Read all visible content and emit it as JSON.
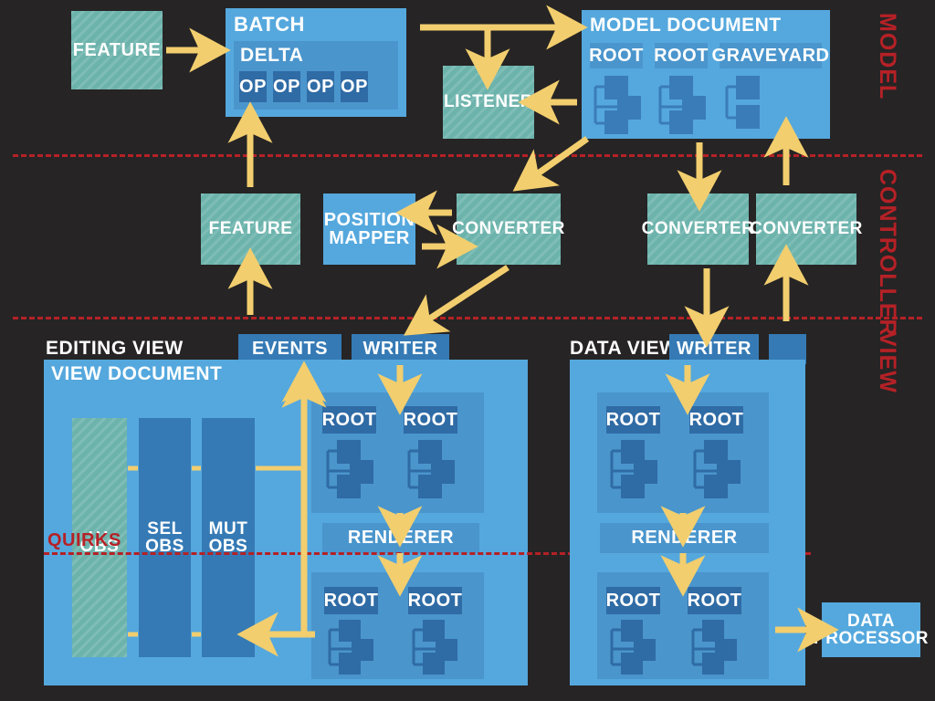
{
  "diagram": {
    "background": "#262425",
    "accent_arrow": "#f2ce6e",
    "accent_red": "#b52126",
    "teal": "#6cb3ac",
    "blue": "#55a8dd",
    "blue_dark": "#357ab5",
    "blue_deep": "#2f6ba5"
  },
  "layers": [
    {
      "label": "MODEL"
    },
    {
      "label": "CONTROLLER"
    },
    {
      "label": "VIEW"
    }
  ],
  "model": {
    "feature": "FEATURE",
    "batch": {
      "title": "BATCH",
      "delta": "DELTA",
      "ops": [
        "OP",
        "OP",
        "OP",
        "OP"
      ]
    },
    "listener": "LISTENER",
    "model_document": {
      "title": "MODEL DOCUMENT",
      "roots": [
        "ROOT",
        "ROOT",
        "GRAVEYARD"
      ]
    }
  },
  "controller": {
    "feature": "FEATURE",
    "position_mapper": "POSITION MAPPER",
    "converters": [
      "CONVERTER",
      "CONVERTER",
      "CONVERTER"
    ]
  },
  "view": {
    "editing_view": {
      "caption": "EDITING VIEW",
      "tabs": [
        "EVENTS",
        "WRITER"
      ],
      "document_title": "VIEW DOCUMENT",
      "observers": [
        "... OBS",
        "SEL OBS",
        "MUT OBS"
      ],
      "observer_lines": [
        [
          "...",
          "OBS"
        ],
        [
          "SEL",
          "OBS"
        ],
        [
          "MUT",
          "OBS"
        ]
      ],
      "upper_roots": [
        "ROOT",
        "ROOT"
      ],
      "renderer": "RENDERER",
      "lower_roots": [
        "ROOT",
        "ROOT"
      ],
      "quirks": "QUIRKS"
    },
    "data_view": {
      "caption": "DATA VIEW",
      "tabs": [
        "WRITER",
        ""
      ],
      "upper_roots": [
        "ROOT",
        "ROOT"
      ],
      "renderer": "RENDERER",
      "lower_roots": [
        "ROOT",
        "ROOT"
      ]
    },
    "data_processor": "DATA PROCESSOR"
  }
}
